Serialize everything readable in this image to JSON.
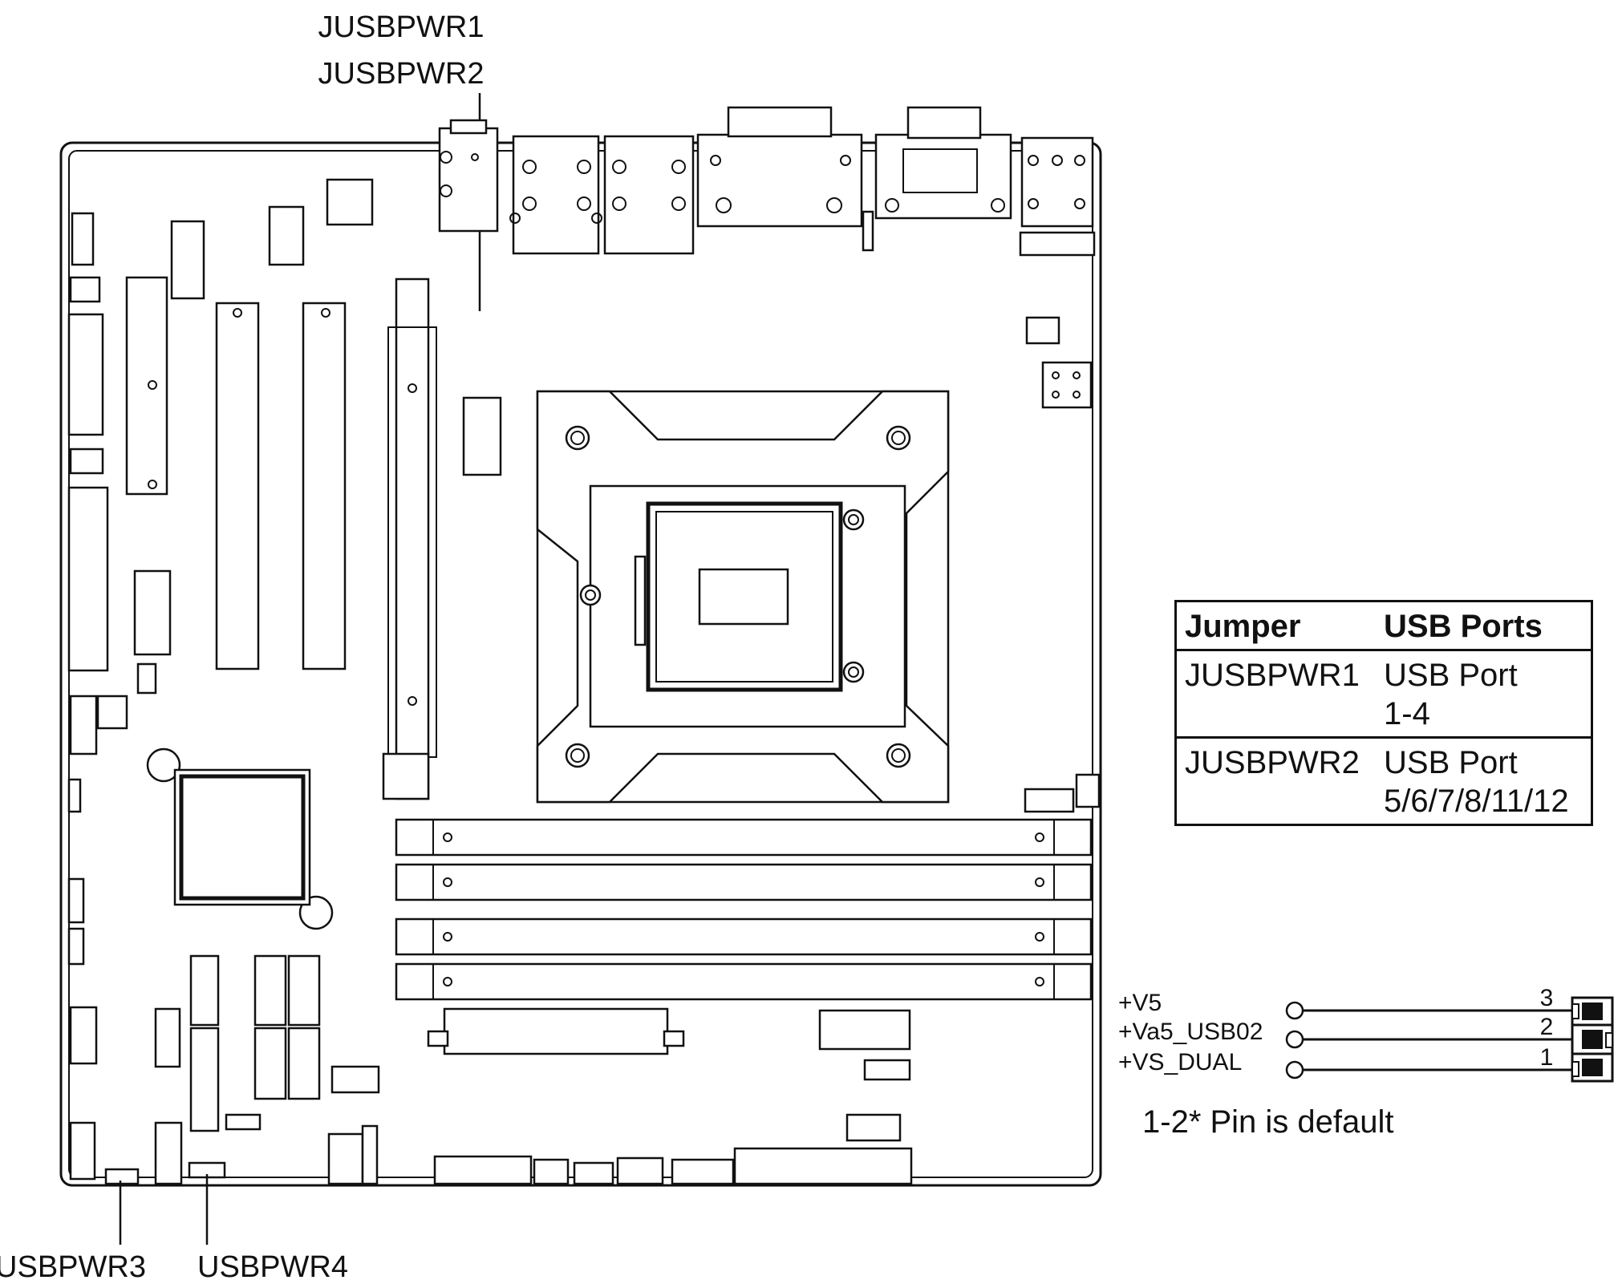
{
  "labels": {
    "top_jumpers": [
      "JUSBPWR1",
      "JUSBPWR2"
    ],
    "bottom_left": "USBPWR3",
    "bottom_right": "USBPWR4"
  },
  "table": {
    "headers": [
      "Jumper",
      "USB Ports"
    ],
    "rows": [
      {
        "jumper": "JUSBPWR1",
        "ports_line1": "USB Port",
        "ports_line2": "1-4"
      },
      {
        "jumper": "JUSBPWR2",
        "ports_line1": "USB Port",
        "ports_line2": "5/6/7/8/11/12"
      }
    ]
  },
  "pins": {
    "signals": [
      "+V5",
      "+Va5_USB02",
      "+VS_DUAL"
    ],
    "numbers": [
      "3",
      "2",
      "1"
    ]
  },
  "note": "1-2* Pin is default"
}
